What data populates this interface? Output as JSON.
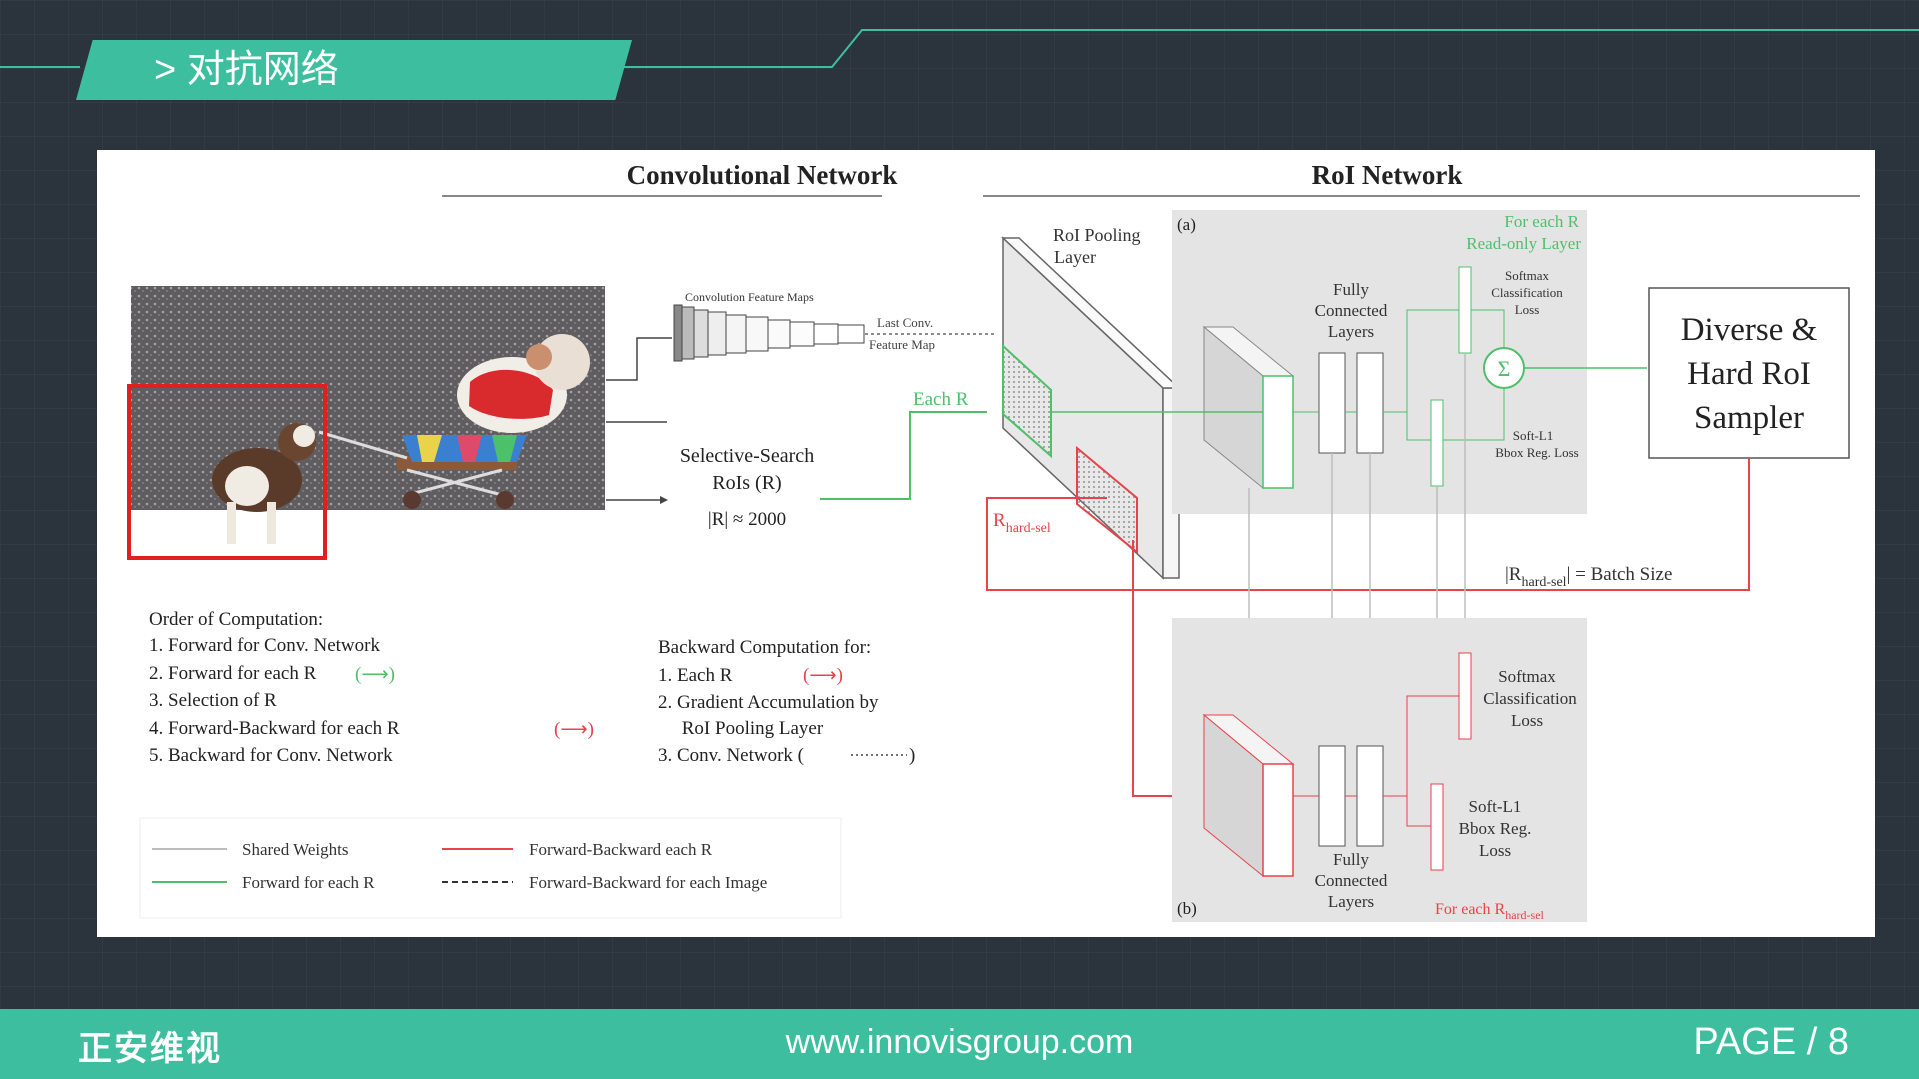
{
  "header": {
    "title": "> 对抗网络"
  },
  "figure": {
    "conv_title": "Convolutional Network",
    "roi_title": "RoI Network",
    "conv_feature_map": "Convolution Feature Maps",
    "last_conv": "Last Conv.",
    "feature_map": "Feature Map",
    "ss_line1": "Selective-Search",
    "ss_line2": "RoIs (R)",
    "ss_count": "|R| ≈ 2000",
    "each_r": "Each R",
    "rpool1": "RoI Pooling",
    "rpool2": "Layer",
    "panel_a": "(a)",
    "panel_b": "(b)",
    "for_each_r": "For each R",
    "read_only": "Read-only Layer",
    "fc_a": [
      "Fully",
      "Connected",
      "Layers"
    ],
    "softmax_a": [
      "Softmax",
      "Classification",
      "Loss"
    ],
    "softl1_a": [
      "Soft-L1",
      "Bbox Reg. Loss"
    ],
    "sigma": "Σ",
    "sampler": [
      "Diverse &",
      "Hard RoI",
      "Sampler"
    ],
    "r_hard_sel": "R",
    "batch_size": "|R",
    "batch_size_tail": "| = Batch Size",
    "hard_sel_sub": "hard-sel",
    "softmax_b": [
      "Softmax",
      "Classification",
      "Loss"
    ],
    "softl1_b": [
      "Soft-L1",
      "Bbox Reg.",
      "Loss"
    ],
    "fc_b": [
      "Fully",
      "Connected",
      "Layers"
    ],
    "for_each_rh": "For each R",
    "order_title": "Order of Computation:",
    "order_items": [
      "1.  Forward for Conv. Network",
      "2.  Forward for each R",
      "3.  Selection of R",
      "4.  Forward-Backward for each R",
      "5.  Backward for Conv. Network"
    ],
    "backward_title": "Backward Computation for:",
    "backward_items": [
      "1.  Each R",
      "2.  Gradient Accumulation by",
      "     RoI Pooling Layer",
      "3.  Conv. Network ("
    ],
    "legend": {
      "shared": "Shared Weights",
      "forward": "Forward for each R",
      "fb_each": "Forward-Backward each R",
      "fb_image": "Forward-Backward for each Image"
    },
    "colors": {
      "green": "#4fbf6a",
      "red": "#e8424a",
      "gray": "#e2e2e2"
    }
  },
  "footer": {
    "logo": "正安维视",
    "url": "www.innovisgroup.com",
    "page": "PAGE / 8"
  }
}
